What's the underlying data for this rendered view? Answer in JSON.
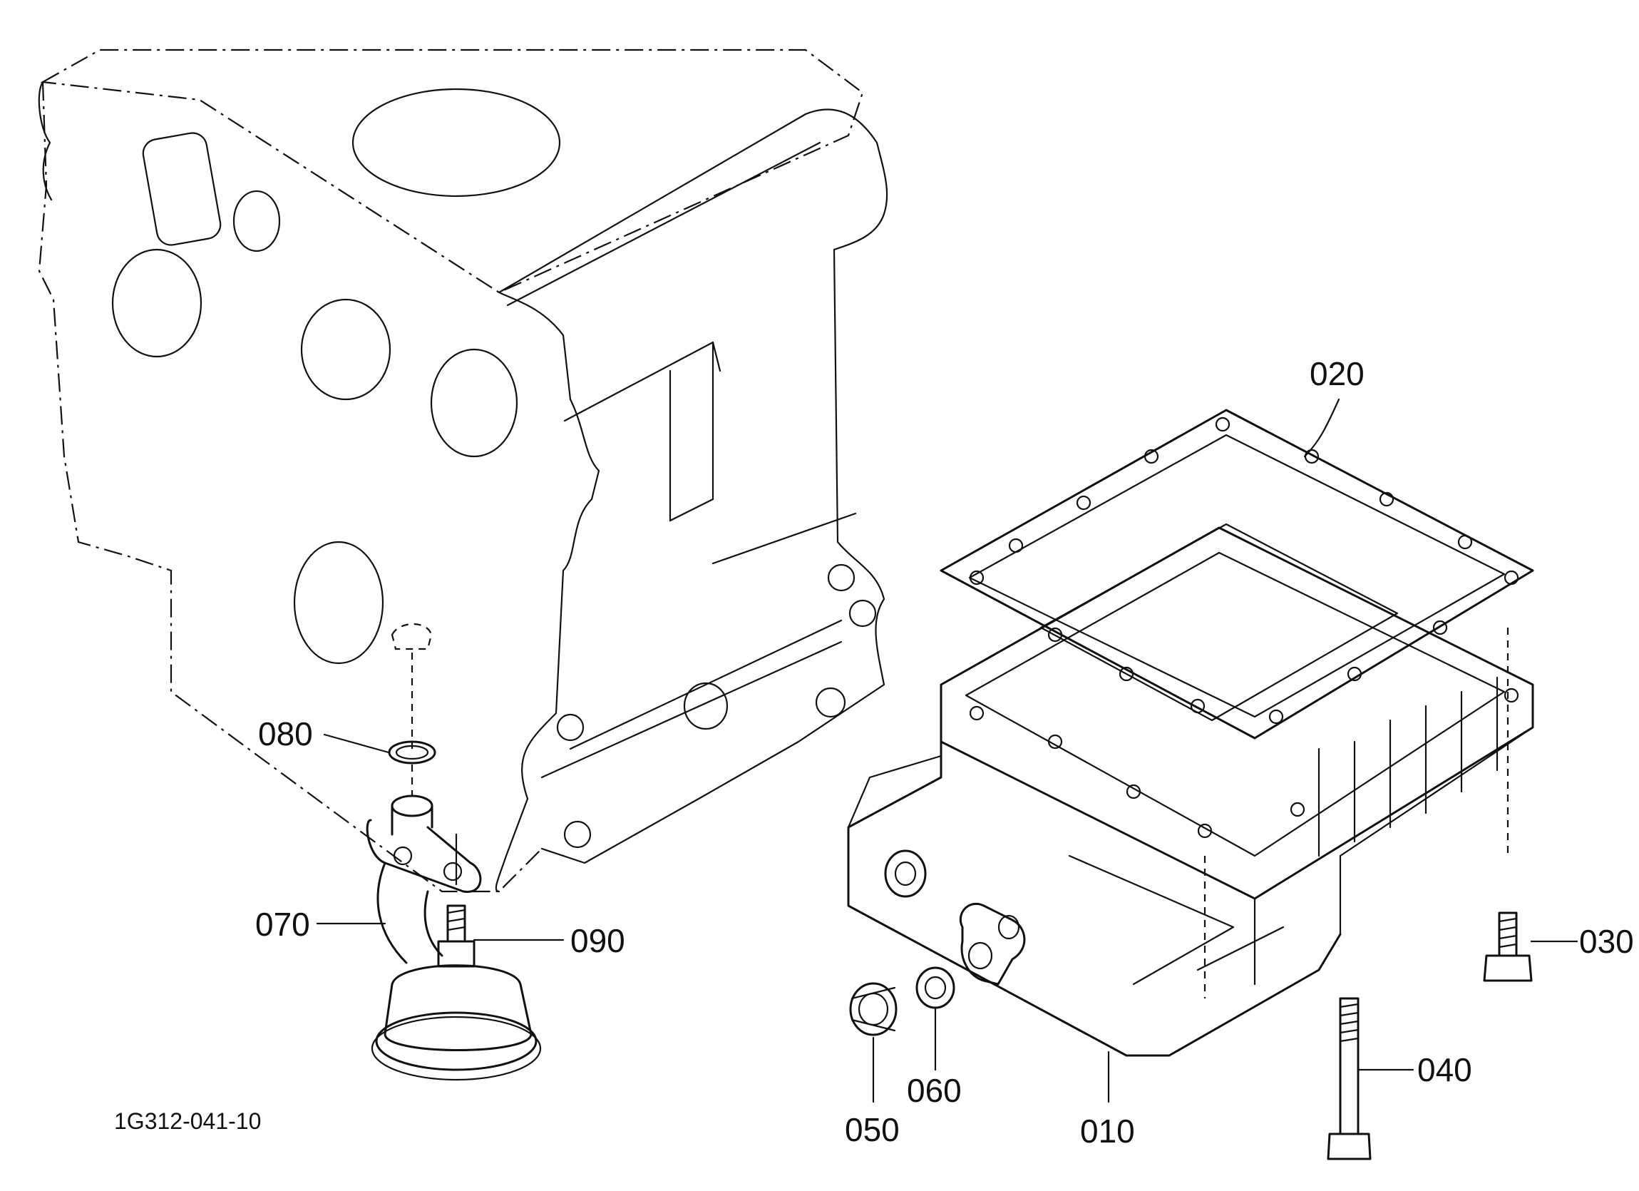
{
  "diagram": {
    "drawing_code": "1G312-041-10",
    "callouts": [
      {
        "id": "020",
        "text": "020"
      },
      {
        "id": "080",
        "text": "080"
      },
      {
        "id": "070",
        "text": "070"
      },
      {
        "id": "090",
        "text": "090"
      },
      {
        "id": "030",
        "text": "030"
      },
      {
        "id": "040",
        "text": "040"
      },
      {
        "id": "060",
        "text": "060"
      },
      {
        "id": "050",
        "text": "050"
      },
      {
        "id": "010",
        "text": "010"
      }
    ]
  }
}
